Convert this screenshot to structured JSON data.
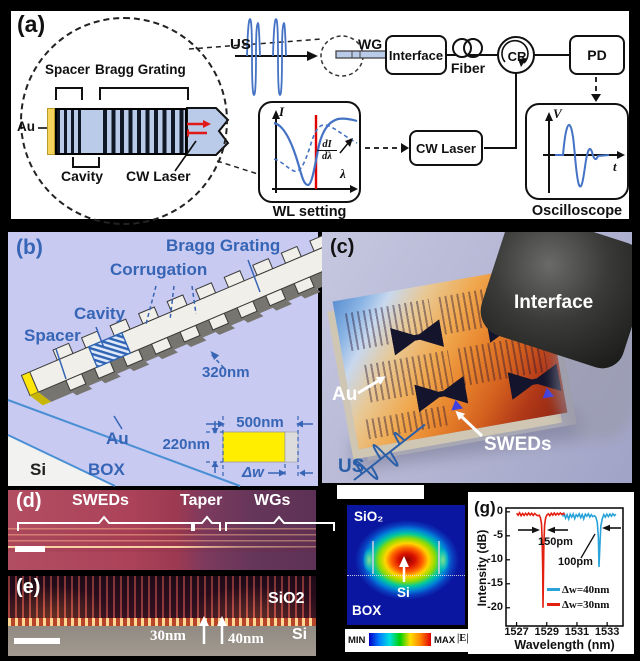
{
  "panel_a": {
    "tag": "(a)",
    "spacer": "Spacer",
    "bragg": "Bragg Grating",
    "au": "Au",
    "cavity": "Cavity",
    "cw_laser": "CW Laser",
    "us": "US",
    "wg": "WG",
    "interface": "Interface",
    "fiber": "Fiber",
    "cr": "CR",
    "pd": "PD",
    "wl_caption": "WL setting",
    "wl_y": "I",
    "wl_x": "λ",
    "deriv_num": "dI",
    "deriv_den": "dλ",
    "osc_caption": "Oscilloscope",
    "osc_y": "V",
    "osc_x": "t"
  },
  "panel_b": {
    "tag": "(b)",
    "bragg": "Bragg Grating",
    "corrugation": "Corrugation",
    "cavity": "Cavity",
    "spacer": "Spacer",
    "pitch": "320nm",
    "au": "Au",
    "si": "Si",
    "box": "BOX",
    "w500": "500nm",
    "h220": "220nm",
    "dw": "Δw"
  },
  "panel_c": {
    "tag": "(c)",
    "interface": "Interface",
    "au": "Au",
    "sweds": "SWEDs",
    "us": "US"
  },
  "panel_d": {
    "tag": "(d)",
    "sweds": "SWEDs",
    "taper": "Taper",
    "wgs": "WGs"
  },
  "panel_e": {
    "tag": "(e)",
    "sio2": "SiO2",
    "d30": "30nm",
    "d40": "40nm",
    "si": "Si"
  },
  "panel_f": {
    "sio2": "SiO₂",
    "box": "BOX",
    "si": "Si",
    "min": "MIN",
    "max": "MAX",
    "efield": "|E|"
  },
  "panel_g": {
    "tag": "(g)"
  },
  "colors": {
    "label_blue": "#3765b5",
    "wave_blue": "#4472c4",
    "marker_red": "#e01818",
    "series_blue": "#2aa3d8",
    "series_red": "#e31f0f"
  },
  "chart_data": {
    "type": "line",
    "title": "",
    "xlabel": "Wavelength (nm)",
    "ylabel": "Intensity (dB)",
    "xlim": [
      1526.3,
      1534.05
    ],
    "ylim": [
      -23.8,
      0.8
    ],
    "x_ticks": [
      1527,
      1529,
      1531,
      1533
    ],
    "y_ticks": [
      0,
      -5,
      -10,
      -15,
      -20
    ],
    "grid": false,
    "legend_position": "lower right",
    "series": [
      {
        "name": "Δw=40nm",
        "color": "#2aa3d8",
        "points": [
          [
            1530.05,
            -1.0
          ],
          [
            1530.15,
            -0.4
          ],
          [
            1530.25,
            -1.3
          ],
          [
            1530.35,
            -0.6
          ],
          [
            1530.45,
            -1.5
          ],
          [
            1530.55,
            -0.5
          ],
          [
            1530.65,
            -1.1
          ],
          [
            1530.75,
            -0.45
          ],
          [
            1530.85,
            -1.4
          ],
          [
            1530.95,
            -0.6
          ],
          [
            1531.05,
            -1.0
          ],
          [
            1531.15,
            -0.4
          ],
          [
            1531.25,
            -1.2
          ],
          [
            1531.35,
            -0.55
          ],
          [
            1531.45,
            -1.5
          ],
          [
            1531.55,
            -0.5
          ],
          [
            1531.65,
            -0.9
          ],
          [
            1531.75,
            -0.4
          ],
          [
            1531.85,
            -1.1
          ],
          [
            1531.95,
            -0.6
          ],
          [
            1532.05,
            -1.0
          ],
          [
            1532.15,
            -0.8
          ],
          [
            1532.25,
            -1.1
          ],
          [
            1532.35,
            -2.2
          ],
          [
            1532.42,
            -5.5
          ],
          [
            1532.46,
            -11.5
          ],
          [
            1532.52,
            -7.0
          ],
          [
            1532.58,
            -3.0
          ],
          [
            1532.68,
            -1.4
          ],
          [
            1532.78,
            -0.6
          ],
          [
            1532.88,
            -1.1
          ],
          [
            1532.98,
            -0.5
          ],
          [
            1533.08,
            -1.0
          ],
          [
            1533.18,
            -0.45
          ],
          [
            1533.28,
            -0.9
          ],
          [
            1533.38,
            -0.4
          ],
          [
            1533.48,
            -0.8
          ],
          [
            1533.58,
            -0.5
          ]
        ]
      },
      {
        "name": "Δw=30nm",
        "color": "#e31f0f",
        "points": [
          [
            1527.0,
            -0.3
          ],
          [
            1527.1,
            -0.7
          ],
          [
            1527.2,
            -0.2
          ],
          [
            1527.3,
            -0.8
          ],
          [
            1527.4,
            -0.35
          ],
          [
            1527.5,
            -0.75
          ],
          [
            1527.6,
            -0.3
          ],
          [
            1527.7,
            -0.7
          ],
          [
            1527.8,
            -0.25
          ],
          [
            1527.9,
            -0.65
          ],
          [
            1528.0,
            -0.3
          ],
          [
            1528.1,
            -0.75
          ],
          [
            1528.2,
            -0.35
          ],
          [
            1528.3,
            -0.6
          ],
          [
            1528.4,
            -0.8
          ],
          [
            1528.5,
            -0.7
          ],
          [
            1528.58,
            -1.2
          ],
          [
            1528.65,
            -2.5
          ],
          [
            1528.7,
            -6.0
          ],
          [
            1528.73,
            -12.0
          ],
          [
            1528.75,
            -20.0
          ],
          [
            1528.78,
            -14.0
          ],
          [
            1528.81,
            -6.5
          ],
          [
            1528.86,
            -2.8
          ],
          [
            1528.92,
            -1.3
          ],
          [
            1529.0,
            -0.7
          ],
          [
            1529.1,
            -0.4
          ],
          [
            1529.2,
            -0.8
          ],
          [
            1529.3,
            -0.3
          ],
          [
            1529.4,
            -0.7
          ],
          [
            1529.5,
            -0.25
          ],
          [
            1529.6,
            -0.65
          ],
          [
            1529.7,
            -0.3
          ],
          [
            1529.8,
            -0.6
          ],
          [
            1529.9,
            -0.25
          ],
          [
            1530.0,
            -0.55
          ],
          [
            1530.1,
            -0.3
          ],
          [
            1530.2,
            -0.6
          ]
        ]
      }
    ],
    "annotations": [
      {
        "text": "150pm",
        "target": "red dip width at 1528.75 nm"
      },
      {
        "text": "100pm",
        "target": "blue dip width at 1532.45 nm"
      }
    ]
  }
}
